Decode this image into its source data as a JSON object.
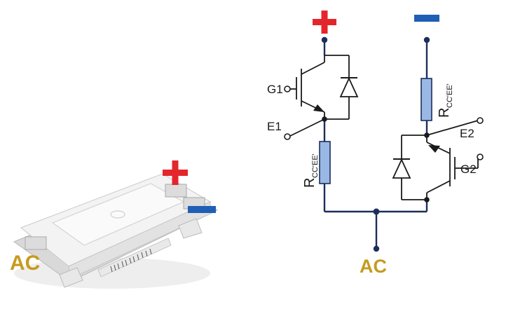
{
  "module_photo": {
    "plus_sign": "+",
    "ac_label": "AC"
  },
  "circuit": {
    "plus_sign": "+",
    "ac_label": "AC",
    "labels": {
      "g1": "G1",
      "e1": "E1",
      "e2": "E2",
      "g2": "G2",
      "r_main": "R",
      "r_sub": "CC'EE'"
    }
  },
  "colors": {
    "plus_red": "#e3262b",
    "minus_blue": "#1f5fb5",
    "wire_navy": "#1c2f5a",
    "resistor_fill": "#9bb7e6",
    "ac_gold": "#c69b1e",
    "line_black": "#1a1a1a"
  }
}
